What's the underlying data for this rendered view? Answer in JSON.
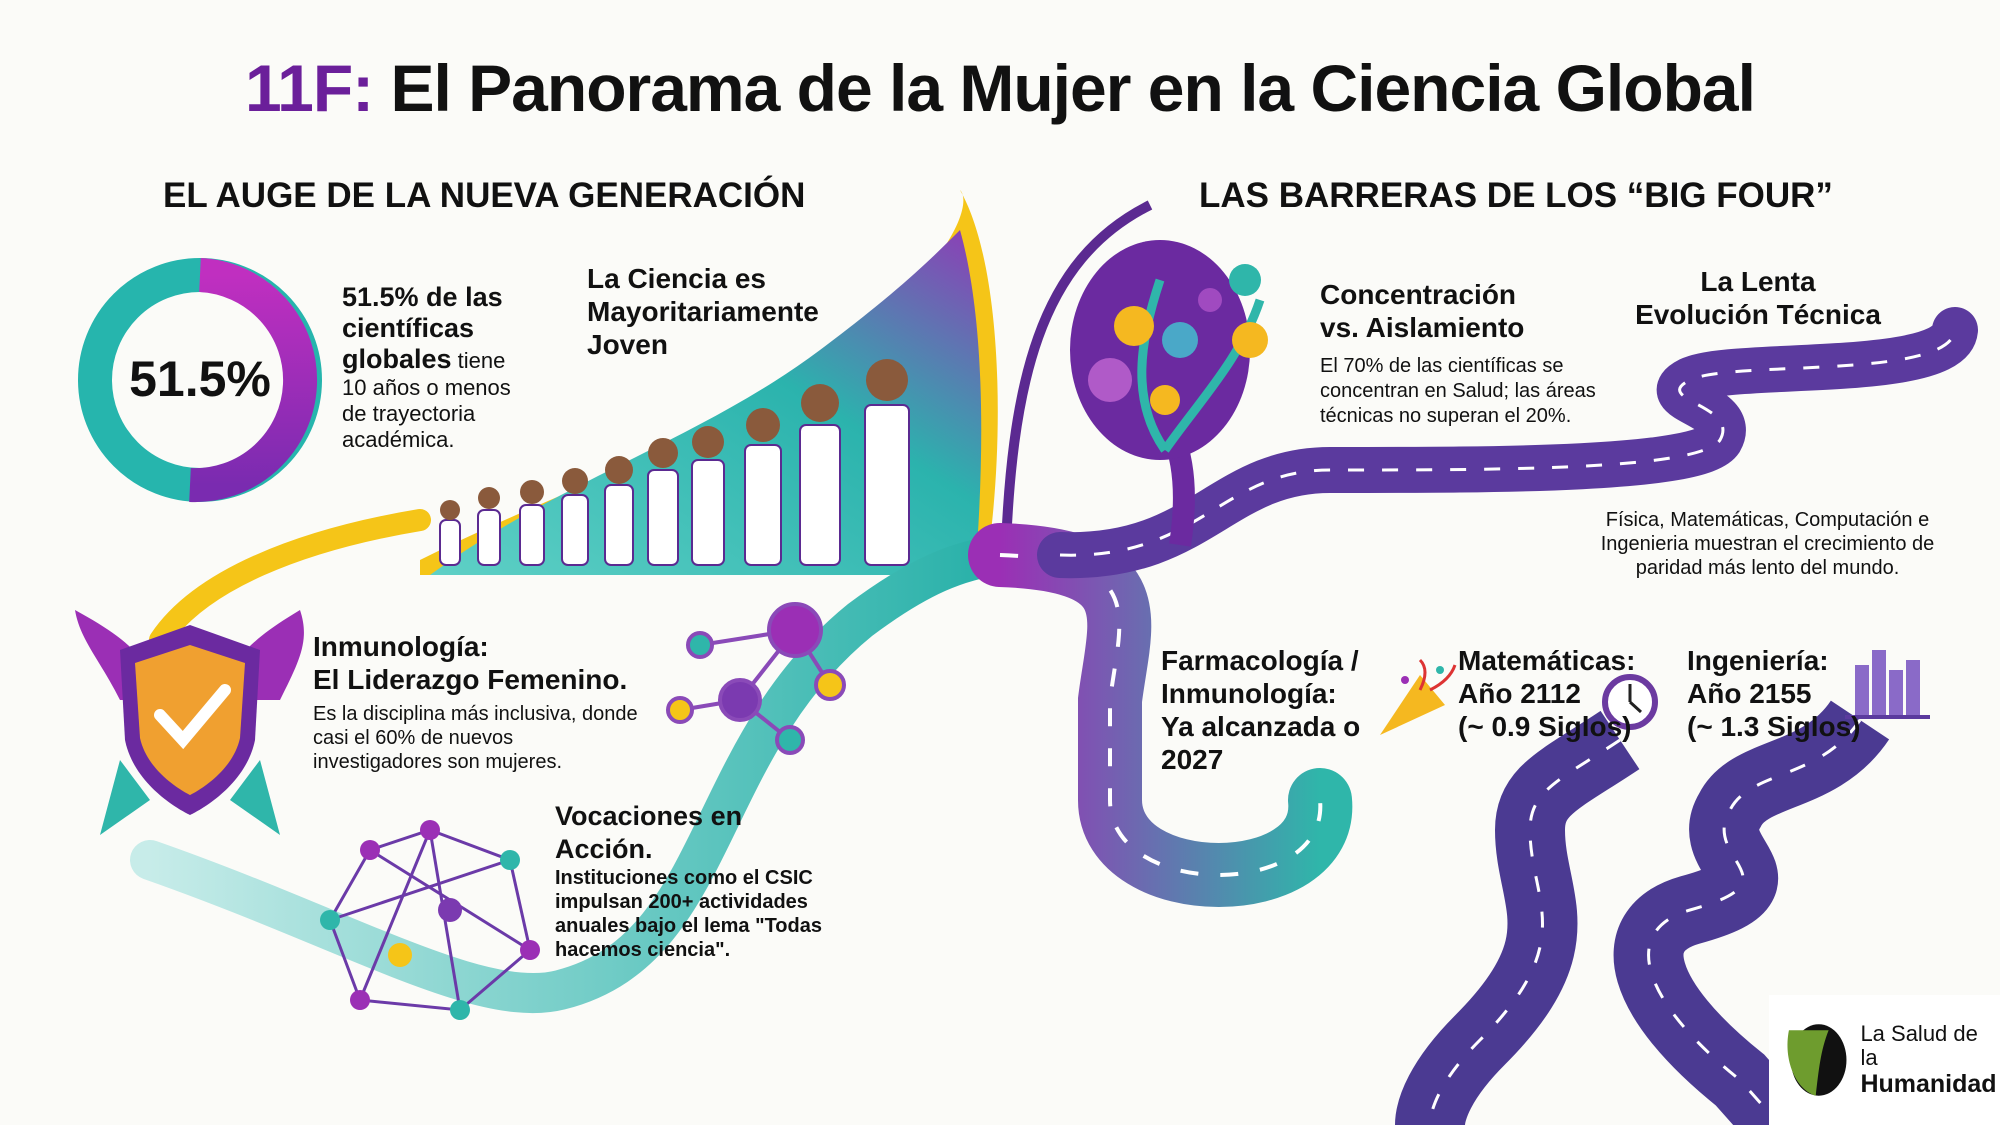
{
  "title": {
    "prefix": "11F:",
    "main": "El Panorama de la Mujer en la Ciencia Global"
  },
  "left_section": {
    "heading": "EL AUGE DE LA NUEVA GENERACIÓN",
    "donut": {
      "value_label": "51.5%",
      "percent": 51.5,
      "colors": {
        "primary": "#8e24aa",
        "secondary": "#26b5ad"
      }
    },
    "stat": {
      "bold": "51.5% de las científicas globales",
      "rest": "tiene 10 años o menos de trayectoria académica."
    },
    "young": {
      "title": "La Ciencia es Mayoritariamente Joven"
    },
    "immunology": {
      "title_line1": "Inmunología:",
      "title_line2": "El Liderazgo Femenino.",
      "text": "Es la disciplina más inclusiva, donde casi el 60% de nuevos investigadores son mujeres."
    },
    "vocations": {
      "title": "Vocaciones en Acción.",
      "text": "Instituciones como el CSIC impulsan 200+ actividades anuales bajo el lema \"Todas hacemos ciencia\"."
    }
  },
  "right_section": {
    "heading": "LAS BARRERAS DE LOS “BIG FOUR”",
    "concentration": {
      "title_line1": "Concentración",
      "title_line2": "vs. Aislamiento",
      "text": "El 70% de las científicas se concentran en Salud; las áreas técnicas no superan el 20%."
    },
    "slow": {
      "title_line1": "La Lenta",
      "title_line2": "Evolución Técnica",
      "text": "Física, Matemáticas, Computación e Ingenieria muestran el crecimiento de paridad más lento del mundo."
    },
    "pharma": {
      "text": "Farmacología / Inmunología: Ya alcanzada o 2027"
    },
    "math": {
      "title": "Matemáticas:",
      "year": "Año 2112",
      "centuries": "(~ 0.9 Siglos)"
    },
    "engineering": {
      "title": "Ingeniería:",
      "year": "Año 2155",
      "centuries": "(~ 1.3 Siglos)"
    }
  },
  "logo": {
    "line1": "La Salud de la",
    "line2": "Humanidad"
  },
  "colors": {
    "purple": "#5b2a91",
    "teal": "#26b5ad",
    "yellow": "#f5c518",
    "magenta": "#b62bbd"
  }
}
